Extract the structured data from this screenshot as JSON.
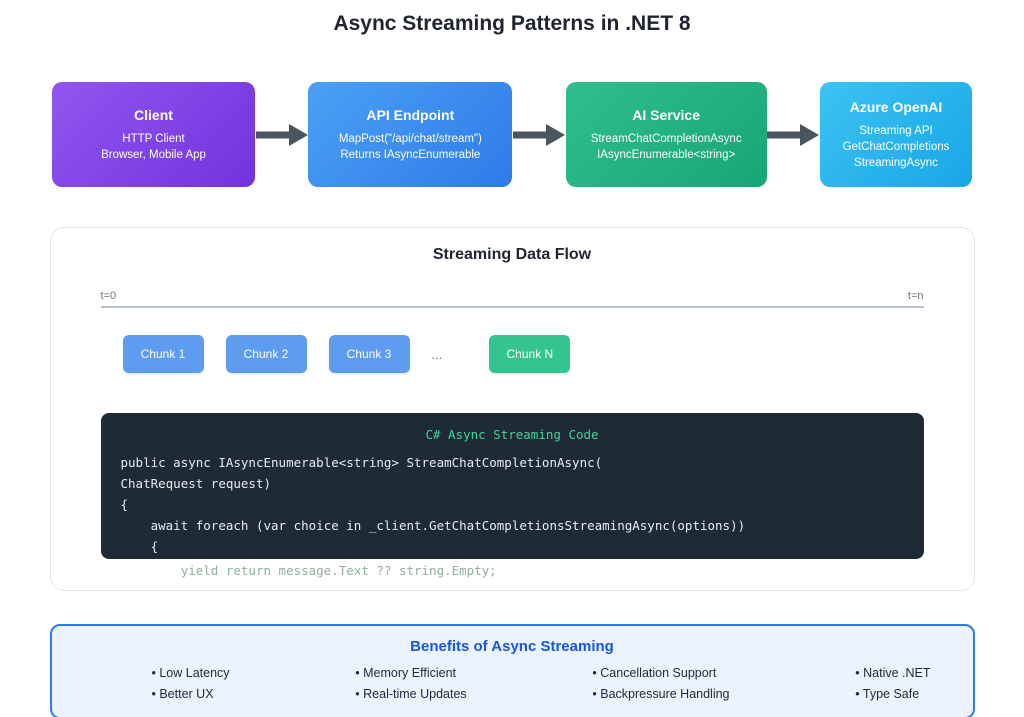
{
  "page": {
    "title": "Async Streaming Patterns in .NET 8"
  },
  "flow": {
    "arrow_color": "#4a5560",
    "nodes": [
      {
        "title": "Client",
        "lines": [
          "HTTP Client",
          "Browser, Mobile App"
        ],
        "color_start": "#9156f0",
        "color_end": "#7233dd"
      },
      {
        "title": "API Endpoint",
        "lines": [
          "MapPost(\"/api/chat/stream\")",
          "Returns IAsyncEnumerable"
        ],
        "color_start": "#4ba0f4",
        "color_end": "#2e7be9"
      },
      {
        "title": "AI Service",
        "lines": [
          "StreamChatCompletionAsync",
          "IAsyncEnumerable<string>"
        ],
        "color_start": "#2fbe8f",
        "color_end": "#17a673"
      },
      {
        "title": "Azure OpenAI",
        "lines": [
          "Streaming API",
          "GetChatCompletions StreamingAsync"
        ],
        "color_start": "#3cc3f2",
        "color_end": "#18a6e6"
      }
    ]
  },
  "stream_panel": {
    "title": "Streaming Data Flow",
    "timeline": {
      "start_label": "t=0",
      "end_label": "t=n"
    },
    "ellipsis": "...",
    "chunks": [
      {
        "label": "Chunk 1",
        "color": "#5e9cef"
      },
      {
        "label": "Chunk 2",
        "color": "#5e9cef"
      },
      {
        "label": "Chunk 3",
        "color": "#5e9cef"
      },
      {
        "label": "Chunk N",
        "color": "#34c48f"
      }
    ],
    "code": {
      "title": "C# Async Streaming Code",
      "title_color": "#3ed598",
      "background": "#1e2a35",
      "text_color": "#e8edf2",
      "lines": [
        "public async IAsyncEnumerable<string> StreamChatCompletionAsync(",
        "ChatRequest request)",
        "{",
        "    await foreach (var choice in _client.GetChatCompletionsStreamingAsync(options))",
        "    {"
      ],
      "overflow_line": "        yield return message.Text ?? string.Empty;",
      "overflow_color": "#8faf9c"
    }
  },
  "benefits": {
    "title": "Benefits of Async Streaming",
    "title_color": "#1a56db",
    "border_color": "#2f7be9",
    "background": "#eaf3fe",
    "columns": [
      {
        "items": [
          "• Low Latency",
          "• Better UX"
        ]
      },
      {
        "items": [
          "• Memory Efficient",
          "• Real-time Updates"
        ]
      },
      {
        "items": [
          "• Cancellation Support",
          "• Backpressure Handling"
        ]
      },
      {
        "items": [
          "• Native .NET",
          "• Type Safe"
        ]
      }
    ]
  }
}
